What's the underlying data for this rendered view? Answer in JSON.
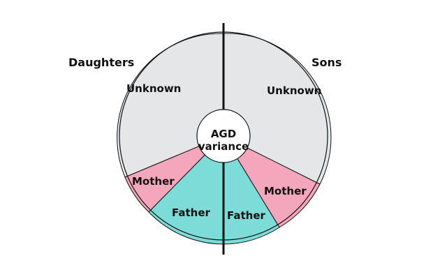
{
  "diagram": {
    "side_labels": {
      "left": "Daughters",
      "right": "Sons"
    },
    "center_label": {
      "line1": "AGD",
      "line2": "variance"
    },
    "daughters": {
      "unknown": "Unknown",
      "mother": "Mother",
      "father": "Father"
    },
    "sons": {
      "unknown": "Unknown",
      "mother": "Mother",
      "father": "Father"
    }
  },
  "colors": {
    "unknown": "#e5e6e8",
    "mother": "#f4a6bd",
    "father": "#7edcd8",
    "stroke": "#111111",
    "center": "#ffffff"
  }
}
